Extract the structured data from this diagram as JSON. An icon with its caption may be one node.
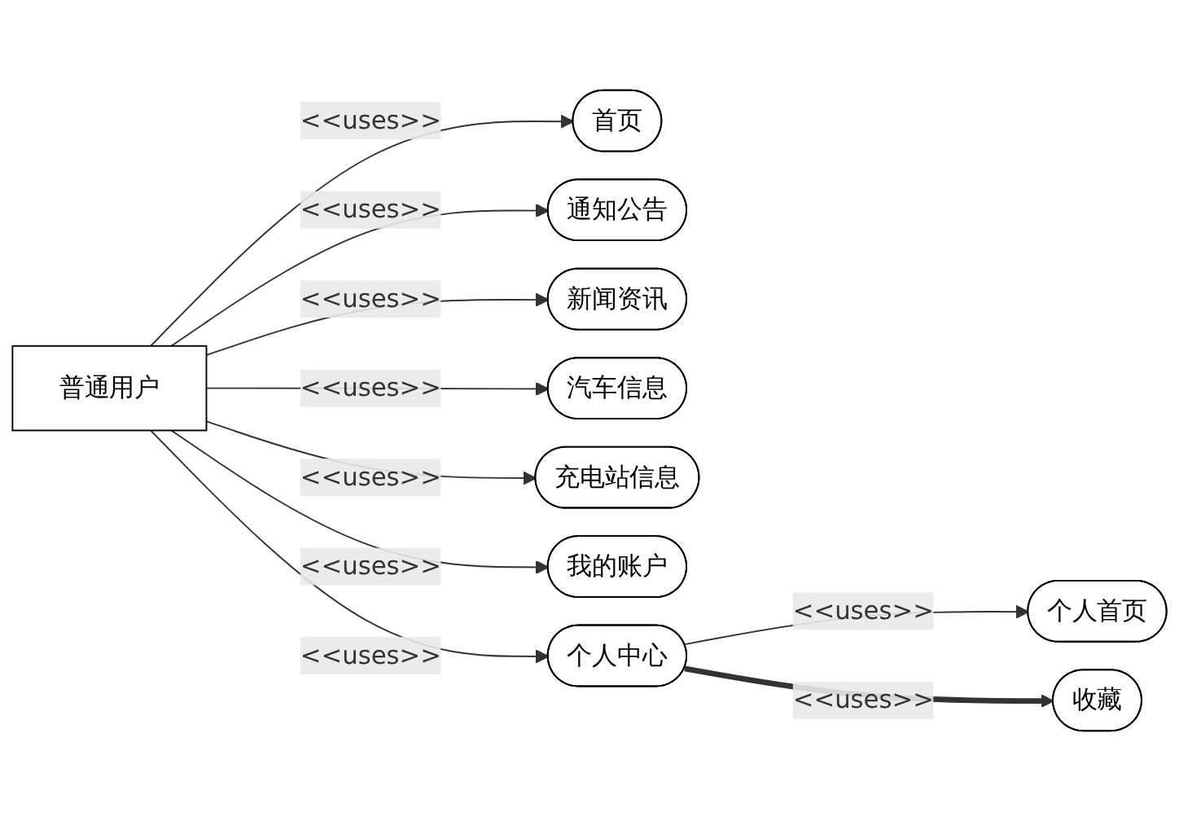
{
  "diagram": {
    "nodes": [
      {
        "text": [
          "普通用户"
        ]
      },
      {
        "text": [
          "首页"
        ]
      },
      {
        "text": [
          "通知公告"
        ]
      },
      {
        "text": [
          "新闻资讯"
        ]
      },
      {
        "text": [
          "汽车信息"
        ]
      },
      {
        "text": [
          "充电站信息"
        ]
      },
      {
        "text": [
          "我的账户"
        ]
      },
      {
        "text": [
          "个人中心"
        ]
      },
      {
        "text": [
          "个人首页"
        ]
      },
      {
        "text": [
          "收藏"
        ]
      }
    ],
    "edges": [
      {
        "from": 0,
        "to": 1,
        "arrow": "to",
        "label": "<<uses>>"
      },
      {
        "from": 0,
        "to": 2,
        "arrow": "to",
        "label": "<<uses>>"
      },
      {
        "from": 0,
        "to": 3,
        "arrow": "to",
        "label": "<<uses>>"
      },
      {
        "from": 0,
        "to": 4,
        "arrow": "to",
        "label": "<<uses>>"
      },
      {
        "from": 0,
        "to": 5,
        "arrow": "to",
        "label": "<<uses>>"
      },
      {
        "from": 0,
        "to": 6,
        "arrow": "to",
        "label": "<<uses>>"
      },
      {
        "from": 0,
        "to": 7,
        "arrow": "to",
        "label": "<<uses>>"
      },
      {
        "from": 7,
        "to": 8,
        "arrow": "to",
        "label": "<<uses>>"
      },
      {
        "from": 7,
        "to": 9,
        "arrow": "to",
        "label": "<<uses>>",
        "style": "thick"
      }
    ]
  }
}
